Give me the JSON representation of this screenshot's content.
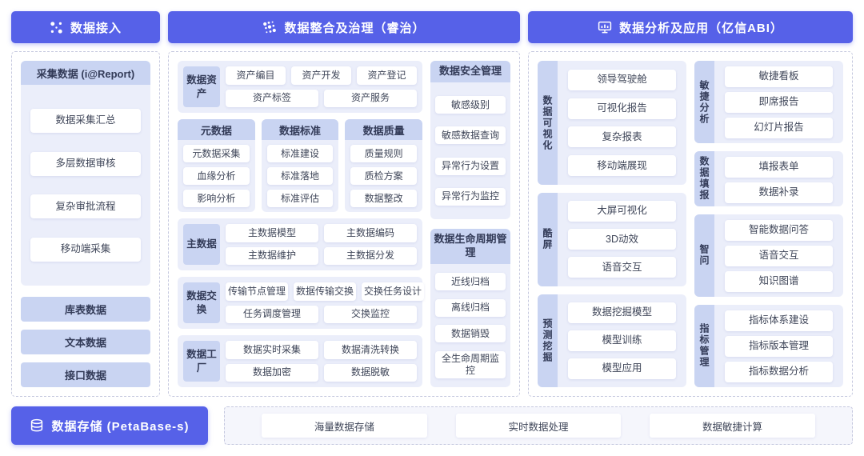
{
  "colors": {
    "accent": "#5661e8",
    "label_strip": "#c9d4f2",
    "panel": "#ebeefa"
  },
  "icons": {
    "ingest": "nodes-icon",
    "governance": "dots-cluster-icon",
    "analytics": "monitor-chart-icon",
    "storage": "database-icon"
  },
  "ingest": {
    "title": "数据接入",
    "collect": {
      "header": "采集数据 (i@Report)",
      "items": [
        "数据采集汇总",
        "多层数据审核",
        "复杂审批流程",
        "移动端采集"
      ]
    },
    "sources": [
      "库表数据",
      "文本数据",
      "接口数据"
    ]
  },
  "governance": {
    "title": "数据整合及治理（睿治）",
    "groups": [
      {
        "label": "数据资产",
        "row1": [
          "资产编目",
          "资产开发",
          "资产登记"
        ],
        "row2": [
          "资产标签",
          "资产服务"
        ]
      },
      {
        "label": "主数据",
        "row1": [
          "主数据模型",
          "主数据编码"
        ],
        "row2": [
          "主数据维护",
          "主数据分发"
        ]
      },
      {
        "label": "数据交换",
        "row1": [
          "传输节点管理",
          "数据传输交换",
          "交换任务设计"
        ],
        "row2": [
          "任务调度管理",
          "交换监控"
        ]
      },
      {
        "label": "数据工厂",
        "row1": [
          "数据实时采集",
          "数据清洗转换"
        ],
        "row2": [
          "数据加密",
          "数据脱敏"
        ]
      }
    ],
    "columns": [
      {
        "header": "元数据",
        "items": [
          "元数据采集",
          "血缘分析",
          "影响分析"
        ]
      },
      {
        "header": "数据标准",
        "items": [
          "标准建设",
          "标准落地",
          "标准评估"
        ]
      },
      {
        "header": "数据质量",
        "items": [
          "质量规则",
          "质检方案",
          "数据整改"
        ]
      }
    ],
    "side_panels": [
      {
        "header": "数据安全管理",
        "items": [
          "敏感级别",
          "敏感数据查询",
          "异常行为设置",
          "异常行为监控"
        ]
      },
      {
        "header": "数据生命周期管理",
        "items": [
          "近线归档",
          "离线归档",
          "数据销毁",
          "全生命周期监控"
        ]
      }
    ]
  },
  "analytics": {
    "title": "数据分析及应用（亿信ABI）",
    "col1": [
      {
        "label": "数据可视化",
        "items": [
          "领导驾驶舱",
          "可视化报告",
          "复杂报表",
          "移动端展现"
        ]
      },
      {
        "label": "酷屏",
        "items": [
          "大屏可视化",
          "3D动效",
          "语音交互"
        ]
      },
      {
        "label": "预测挖掘",
        "items": [
          "数据挖掘模型",
          "模型训练",
          "模型应用"
        ]
      }
    ],
    "col2": [
      {
        "label": "敏捷分析",
        "items": [
          "敏捷看板",
          "即席报告",
          "幻灯片报告"
        ]
      },
      {
        "label": "数据填报",
        "items": [
          "填报表单",
          "数据补录"
        ]
      },
      {
        "label": "智问",
        "items": [
          "智能数据问答",
          "语音交互",
          "知识图谱"
        ]
      },
      {
        "label": "指标管理",
        "items": [
          "指标体系建设",
          "指标版本管理",
          "指标数据分析"
        ]
      }
    ]
  },
  "storage": {
    "title": "数据存储 (PetaBase-s)",
    "capabilities": [
      "海量数据存储",
      "实时数据处理",
      "数据敏捷计算"
    ]
  }
}
